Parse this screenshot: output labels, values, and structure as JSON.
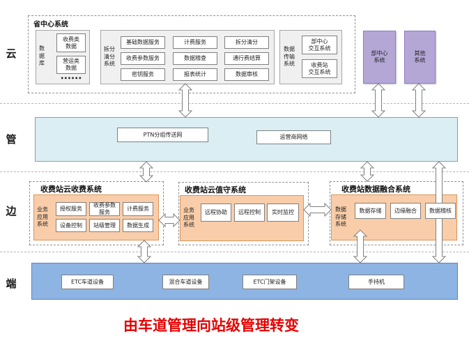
{
  "layers": {
    "cloud": "云",
    "pipe": "管",
    "edge": "边",
    "end": "端"
  },
  "province_center": {
    "title": "省中心系统",
    "database": {
      "label": "数\n据\n库",
      "items": [
        "收费类\n数据",
        "营运类\n数据"
      ],
      "more": "••••••"
    },
    "clearing": {
      "label": "拆分\n清分\n系统",
      "items": [
        "基础数据服务",
        "计费服务",
        "拆分清分",
        "收费参数服务",
        "数据稽查",
        "通行费结算",
        "密钥服务",
        "报表统计",
        "数据审核"
      ]
    },
    "transfer": {
      "label": "数据\n传输\n系统",
      "items": [
        "部中心\n交互系统",
        "收费站\n交互系统"
      ]
    }
  },
  "external_systems": {
    "ministry": "部中心\n系统",
    "other": "其他\n系统"
  },
  "network": {
    "ptn": "PTN分组传送网",
    "carrier": "运营商网络"
  },
  "edge_systems": {
    "cloud_toll": {
      "title": "收费站云收费系统",
      "label": "业务\n应用\n系统",
      "items": [
        "授权服务",
        "收费参数\n服务",
        "计费服务",
        "设备控制",
        "站级管理",
        "数据生成"
      ]
    },
    "cloud_duty": {
      "title": "收费站云值守系统",
      "label": "业务\n应用\n系统",
      "items": [
        "远程协助",
        "远程控制",
        "实时监控"
      ]
    },
    "data_fusion": {
      "title": "收费站数据融合系统",
      "label": "数据\n存储\n系统",
      "items": [
        "数据存储",
        "边缘融合",
        "数据稽核"
      ]
    }
  },
  "terminal": {
    "items": [
      "ETC车道设备",
      "混合车道设备",
      "ETC门架设备",
      "手持机"
    ]
  },
  "caption": "由车道管理向站级管理转变",
  "colors": {
    "external": "#b4a7d6",
    "network": "#daeef3",
    "business": "#f9cda9",
    "terminal": "#8eb4e3",
    "caption": "#e60000"
  }
}
